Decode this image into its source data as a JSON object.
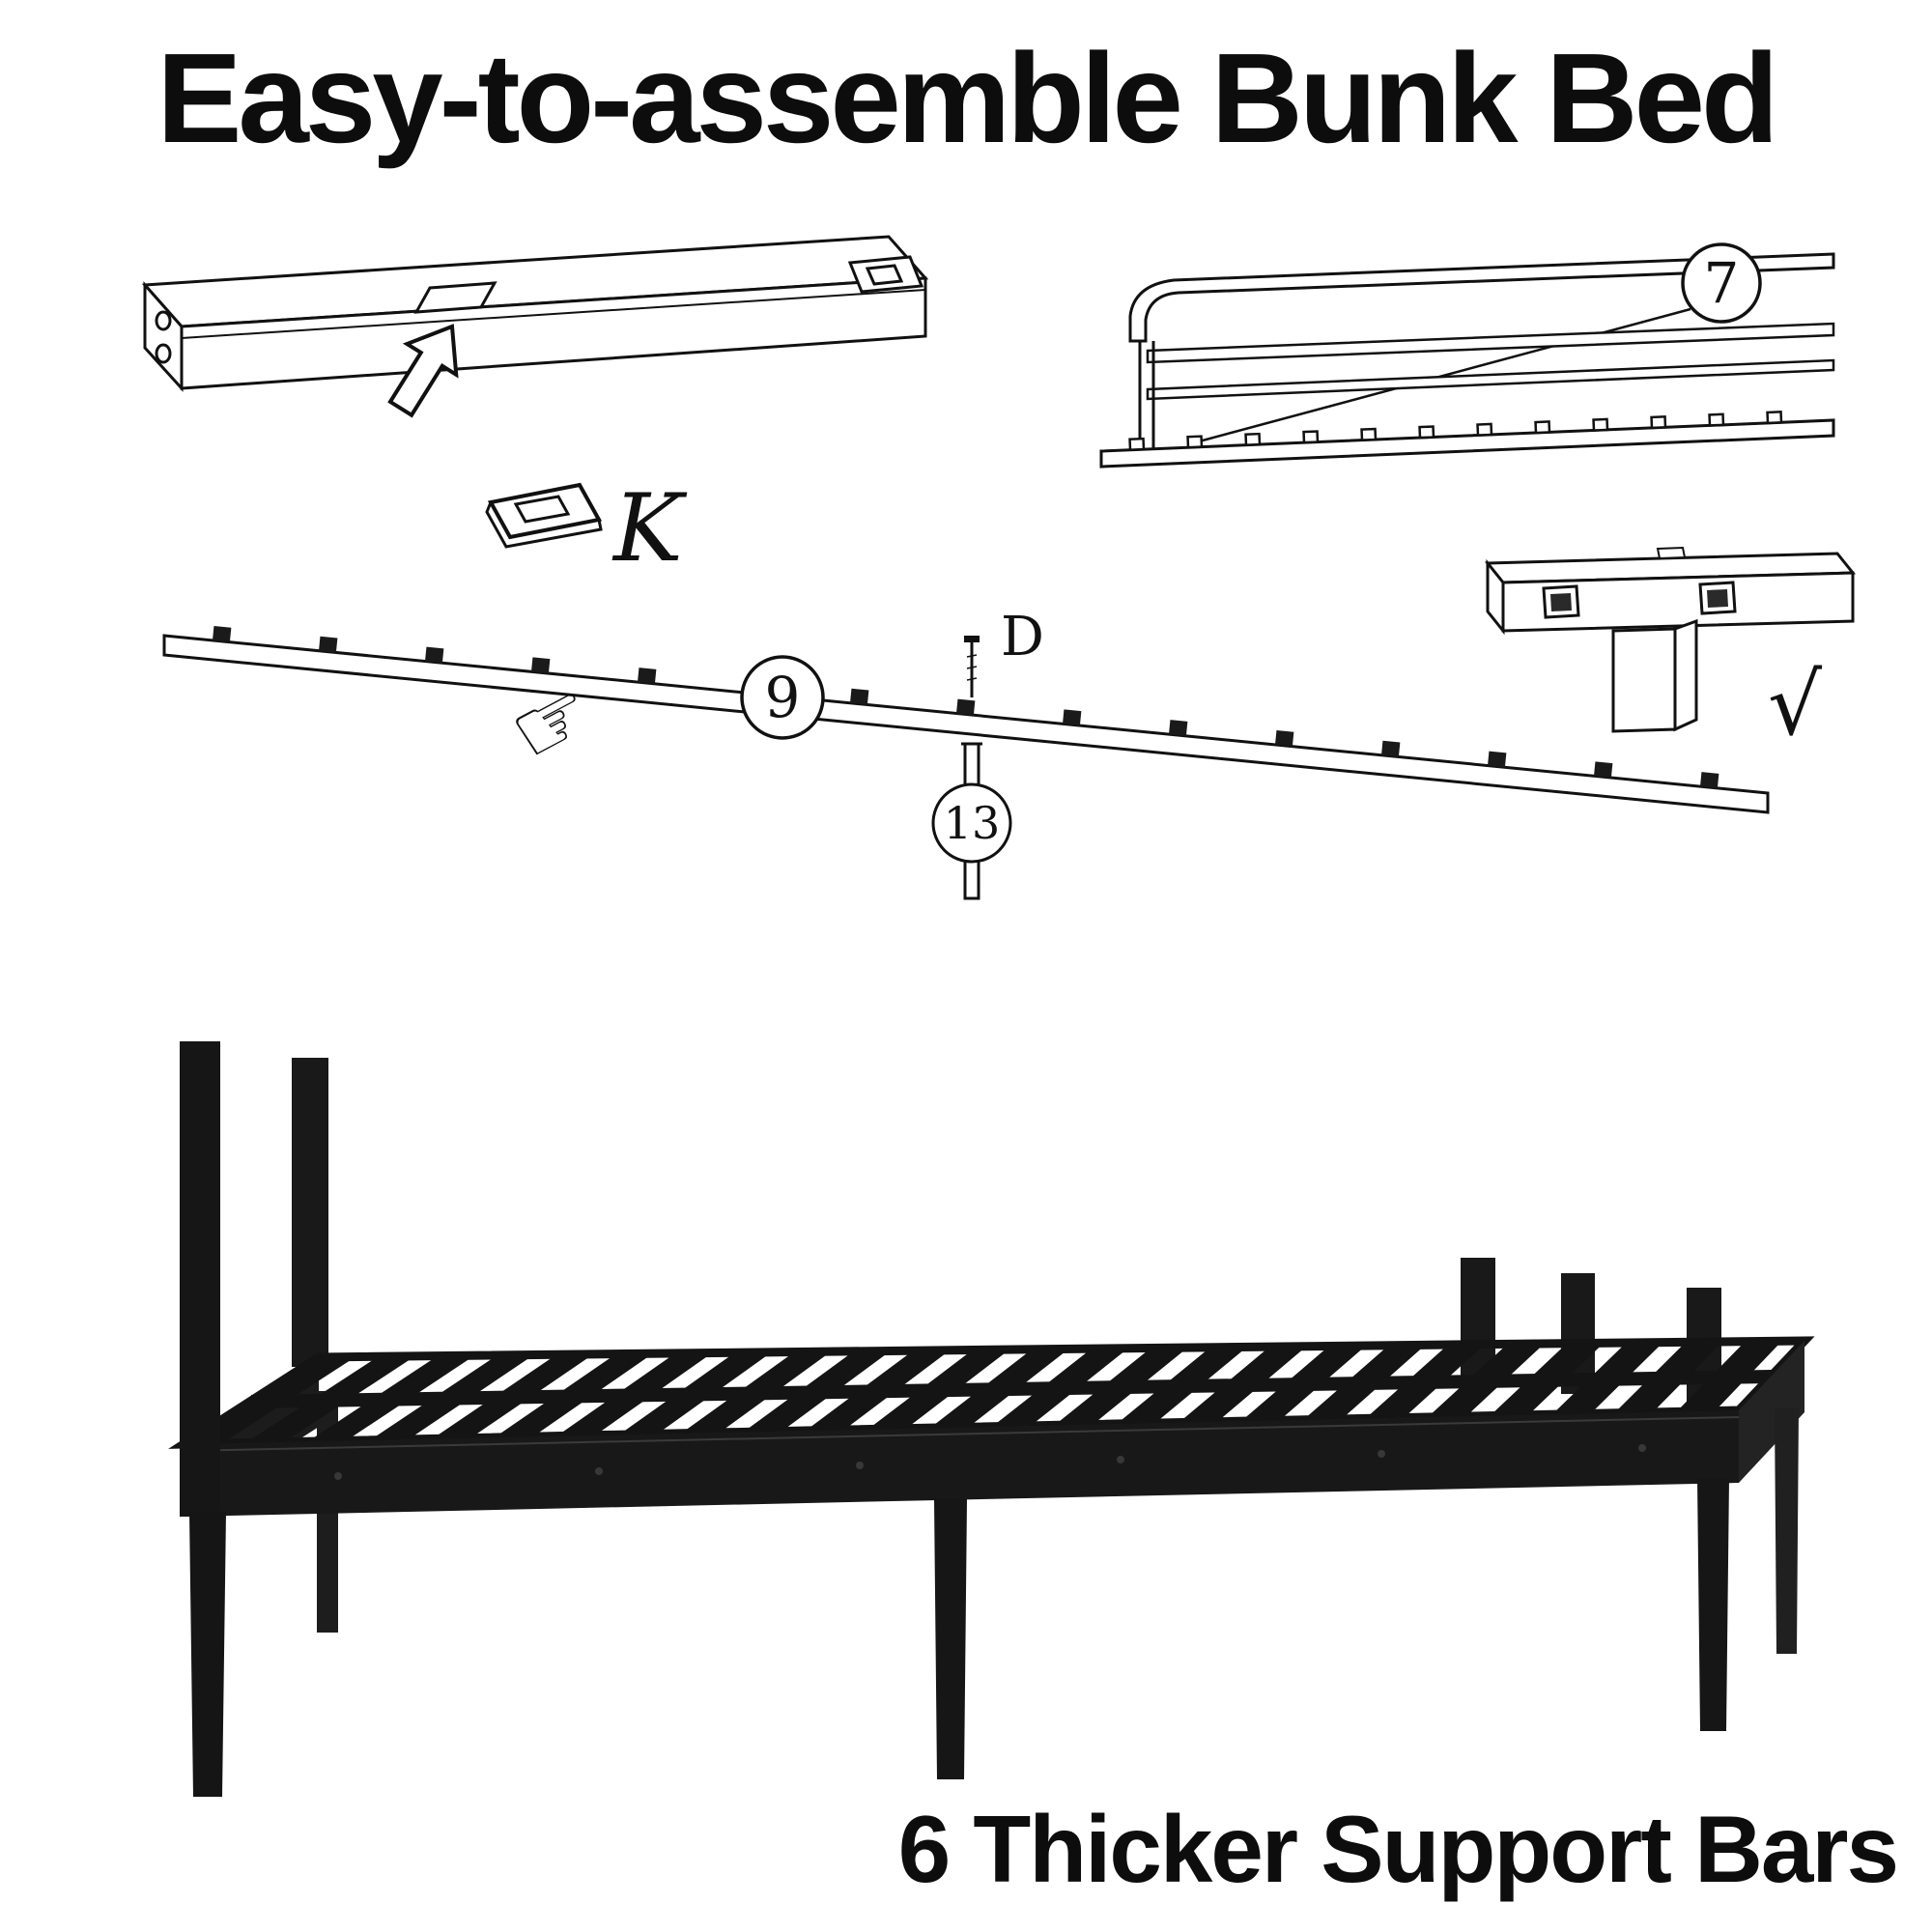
{
  "page": {
    "title": "Easy-to-assemble Bunk Bed",
    "caption": "6 Thicker Support Bars"
  },
  "callouts": {
    "bracket": "K",
    "guardrail": "7",
    "slat_rail": "9",
    "screw": "D",
    "support_bar": "13",
    "check": "√"
  },
  "icons": {
    "pointing_hand": "☞"
  },
  "colors": {
    "background": "#ffffff",
    "ink": "#111111",
    "bed_black": "#161616"
  }
}
